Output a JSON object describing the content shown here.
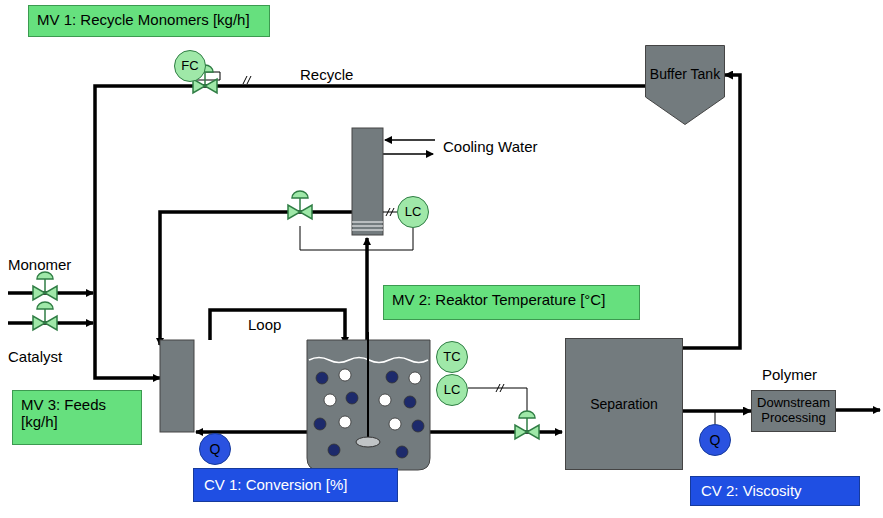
{
  "diagram": {
    "nodes": [
      {
        "text": [
          "MV 1: Recycle Monomers [kg/h]"
        ]
      },
      {
        "text": [
          "FC"
        ]
      },
      {
        "text": [
          "Buffer Tank"
        ]
      },
      {
        "text": [
          "LC"
        ]
      },
      {
        "text": [
          "MV 2: Reaktor Temperature [°C]"
        ]
      },
      {
        "text": [
          "TC"
        ]
      },
      {
        "text": [
          "LC"
        ]
      },
      {
        "text": [
          "MV 3: Feeds [kg/h]"
        ]
      },
      {
        "text": [
          "Q"
        ]
      },
      {
        "text": [
          "CV 1: Conversion [%]"
        ]
      },
      {
        "text": [
          "Separation"
        ]
      },
      {
        "text": [
          "Downstream Processing"
        ]
      },
      {
        "text": [
          "Q"
        ]
      },
      {
        "text": [
          "CV 2: Viscosity"
        ]
      }
    ],
    "edges": [
      {
        "from": 10,
        "to": 2,
        "arrow": "to"
      },
      {
        "from": 10,
        "to": 11,
        "arrow": "to"
      }
    ],
    "labels": [
      "Recycle",
      "Cooling Water",
      "Monomer",
      "Catalyst",
      "Loop",
      "Polymer"
    ]
  }
}
